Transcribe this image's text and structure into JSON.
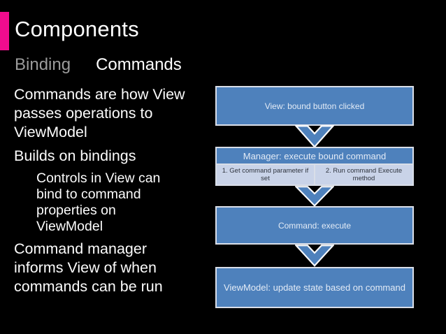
{
  "slide": {
    "title": "Components",
    "subtitle": {
      "binding": "Binding",
      "commands": "Commands"
    },
    "body": {
      "para1": "Commands are how View\npasses operations to\nViewModel",
      "para2": "Builds on bindings",
      "sub1": "Controls in View can\nbind to command\nproperties on\nViewModel",
      "para3": "Command manager\ninforms View of when\ncommands can be run"
    },
    "diagram": {
      "box1_label": "View: bound button clicked",
      "box2_header": "Manager: execute bound command",
      "box2_cell1": "1. Get command parameter if\nset",
      "box2_cell2": "2. Run command Execute\nmethod",
      "box3_label": "Command: execute",
      "box4_label": "ViewModel: update state based on command"
    },
    "colors": {
      "background": "#000000",
      "accent_pink": "#F10C8E",
      "box_blue": "#4E81BC",
      "box_border": "#D9DEE8",
      "cell_light": "#C9D3E8",
      "subtitle_dim": "#9B9B9B",
      "text_white": "#FCFCFC"
    }
  }
}
